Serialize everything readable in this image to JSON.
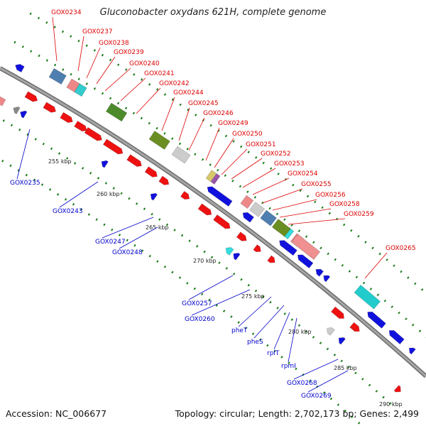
{
  "title": "Gluconobacter oxydans 621H, complete genome",
  "footer": {
    "accession": "Accession: NC_006677",
    "topology": "Topology: circular",
    "length": "Length: 2,702,173 bp",
    "genes": "Genes: 2,499"
  },
  "colors": {
    "backbone": "#888888",
    "forward_label": "#dd0000",
    "reverse_label": "#0000cc",
    "tick_dots": "#1a7a1a"
  },
  "ticks": [
    "255 kbp",
    "260 kbp",
    "265 kbp",
    "270 kbp",
    "275 kbp",
    "280 kbp",
    "285 kbp",
    "290 kbp"
  ],
  "forward_labels": [
    "GOX0234",
    "GOX0237",
    "GOX0238",
    "GOX0239",
    "GOX0240",
    "GOX0241",
    "GOX0242",
    "GOX0244",
    "GOX0245",
    "GOX0246",
    "GOX0249",
    "GOX0250",
    "GOX0251",
    "GOX0252",
    "GOX0253",
    "GOX0254",
    "GOX0255",
    "GOX0256",
    "GOX0258",
    "GOX0259",
    "GOX0265"
  ],
  "reverse_labels": [
    "GOX0235",
    "GOX0243",
    "GOX0247",
    "GOX0248",
    "GOX0257",
    "GOX0260",
    "pheT",
    "pheS",
    "rplT",
    "rpmI",
    "GOX0268",
    "GOX0269"
  ]
}
